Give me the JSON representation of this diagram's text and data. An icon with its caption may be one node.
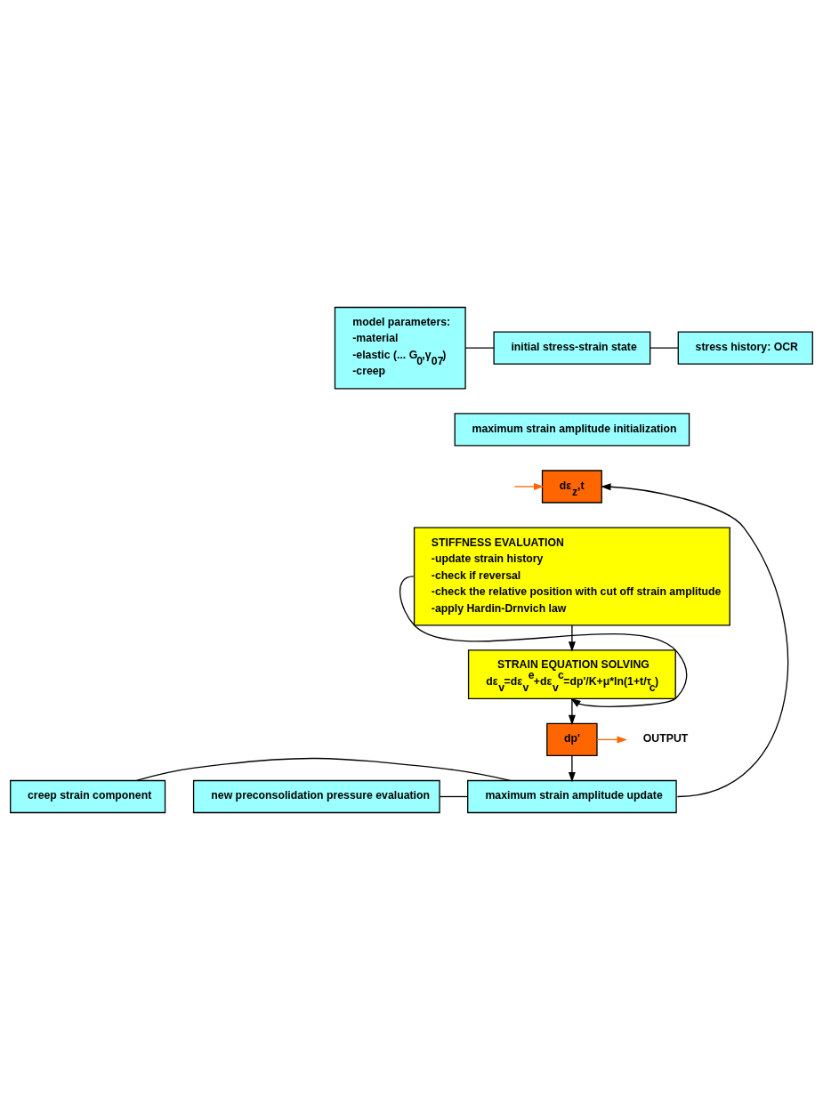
{
  "diagram": {
    "nodes": [
      {
        "text": [
          "model parameters:",
          "-material",
          "-elastic (... G$_{0}$,γ$_{07}$)",
          "-creep"
        ]
      },
      {
        "text": [
          "initial stress-strain state"
        ]
      },
      {
        "text": [
          "stress history: OCR"
        ]
      },
      {
        "text": [
          "maximum strain amplitude initialization"
        ]
      },
      {
        "text": [
          "dε$_{z}$,t"
        ]
      },
      {
        "text": [
          "STIFFNESS EVALUATION",
          "-update strain history",
          "-check if reversal",
          "-check the relative position with cut off strain amplitude",
          "-apply Hardin-Drnvich law"
        ]
      },
      {
        "text": [
          "STRAIN EQUATION SOLVING",
          "dε$_{v}$=dε$_{v}$$^{e}$+dε$_{v}$$^{c}$=dp'/K+μ*ln(1+t/τ$_{c}$)"
        ]
      },
      {
        "text": [
          "dp'"
        ]
      },
      {
        "text": [
          "OUTPUT"
        ]
      },
      {
        "text": [
          "creep strain component"
        ]
      },
      {
        "text": [
          "new preconsolidation pressure evaluation"
        ]
      },
      {
        "text": [
          "maximum strain amplitude update"
        ]
      }
    ],
    "edges": [
      {
        "from": 0,
        "to": 1,
        "arrow": "none"
      },
      {
        "from": 1,
        "to": 2,
        "arrow": "none"
      },
      {
        "from": null,
        "to": 4,
        "arrow": "to",
        "color": "#ff6600"
      },
      {
        "from": 5,
        "to": 6,
        "arrow": "to"
      },
      {
        "from": 5,
        "to": 6,
        "arrow": "to"
      },
      {
        "from": 6,
        "to": 7,
        "arrow": "to"
      },
      {
        "from": 7,
        "to": 8,
        "arrow": "to",
        "color": "#ff6600"
      },
      {
        "from": 7,
        "to": 11,
        "arrow": "to"
      },
      {
        "from": 9,
        "to": 11,
        "arrow": "none"
      },
      {
        "from": 10,
        "to": 11,
        "arrow": "none"
      },
      {
        "from": 11,
        "to": 4,
        "arrow": "to"
      }
    ]
  }
}
